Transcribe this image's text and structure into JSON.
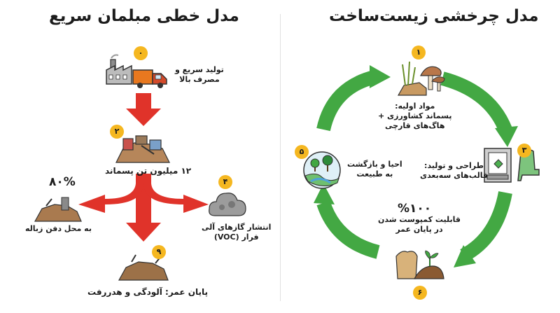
{
  "linear": {
    "title": "مدل خطی مبلمان سریع",
    "steps": [
      {
        "num": "۰",
        "text": "تولید سریع و\nمصرف بالا"
      },
      {
        "num": "۲",
        "text": "۱۲ میلیون تن پسماند"
      },
      {
        "num": "۴",
        "text": "انتشار گازهای آلی\nفرار (VOC)"
      },
      {
        "num": "۹",
        "text": "پایان عمر: آلودگی و هدررفت"
      },
      {
        "text": "به محل دفن زباله"
      }
    ],
    "landfill_percent": "۸۰%"
  },
  "circular": {
    "title": "مدل چرخشی زیست‌ساخت",
    "steps": [
      {
        "num": "۱",
        "text": "مواد اولیه:\nپسماند کشاورزی +\nهاگ‌های قارچی"
      },
      {
        "num": "۳",
        "text": "طراحی و تولید:\nقالب‌های سه‌بعدی"
      },
      {
        "num": "۶",
        "text": "قابلیت کمپوست شدن\nدر پایان عمر"
      },
      {
        "num": "۵",
        "text": "احیا و بازگشت\nبه طبیعت"
      }
    ],
    "compost_percent": "%۱۰۰"
  },
  "colors": {
    "red_arrow": "#e0332a",
    "green_arrow": "#43a843",
    "badge": "#f5b720"
  }
}
